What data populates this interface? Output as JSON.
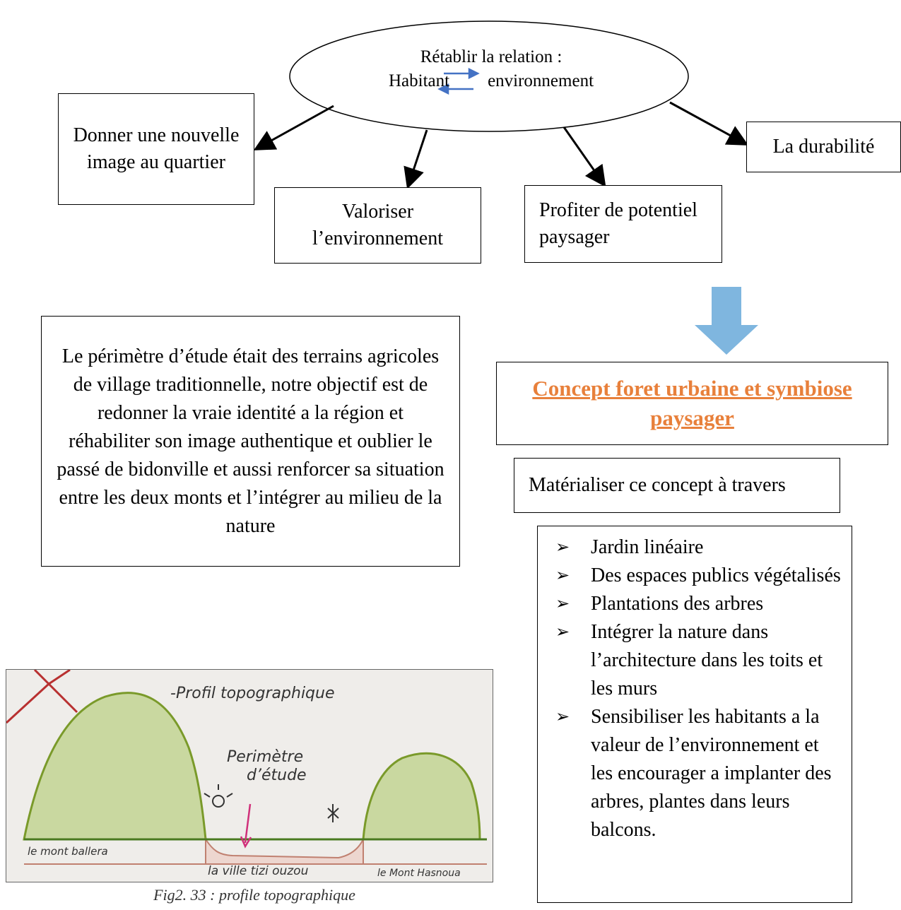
{
  "ellipse": {
    "line1": "Rétablir la relation :",
    "left_word": "Habitant",
    "right_word": "environnement"
  },
  "goals": [
    "Donner une nouvelle image au quartier",
    "Valoriser l’environnement",
    "Profiter de potentiel paysager",
    "La durabilité"
  ],
  "perimetre_text": "Le périmètre d’étude était des terrains agricoles de village traditionnelle, notre objectif est de redonner la vraie identité a la région et réhabiliter son image authentique et oublier le passé de bidonville et aussi renforcer sa situation entre les deux monts et l’intégrer au milieu de la nature",
  "concept": {
    "title": "Concept foret urbaine et symbiose paysager",
    "title_color": "#e8803b"
  },
  "materialiser": "Matérialiser ce concept à travers",
  "actions": [
    "Jardin linéaire",
    "Des espaces publics végétalisés",
    "Plantations des arbres",
    "Intégrer la nature dans l’architecture dans les toits et les murs",
    "Sensibiliser les habitants a la valeur de l’environnement et les encourager a implanter des arbres, plantes dans leurs balcons."
  ],
  "bullet_symbol": "➢",
  "colors": {
    "relation_arrows": "#4472c4",
    "down_arrow": "#7fb6df",
    "sketch_green": "#c9d8a0",
    "sketch_outline": "#7a9a2a"
  },
  "sketch": {
    "title": "-Profil topographique",
    "label_perimetre_1": "Perimètre",
    "label_perimetre_2": "d’étude",
    "label_mont_left": "le mont ballera",
    "label_ville": "la ville tizi ouzou",
    "label_mont_right": "le Mont Hasnoua"
  },
  "caption": "Fig2. 33 : profile topographique"
}
